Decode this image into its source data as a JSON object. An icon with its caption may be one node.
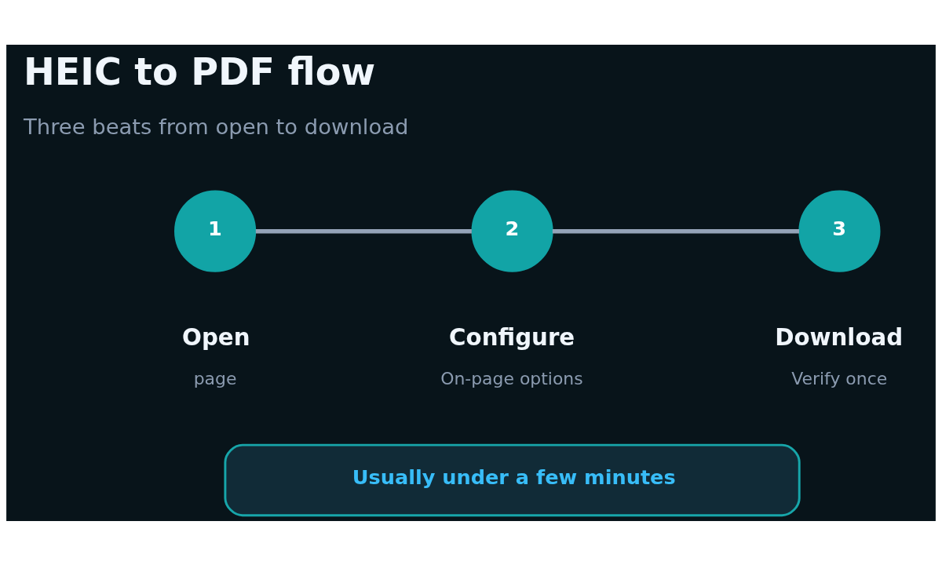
{
  "diagram": {
    "title": "HEIC to PDF flow",
    "nodes": [
      {
        "text": [
          "1"
        ],
        "beside": [
          "Open",
          "page"
        ]
      },
      {
        "text": [
          "2"
        ],
        "beside": [
          "Configure",
          "On-page options"
        ]
      },
      {
        "text": [
          "3"
        ],
        "beside": [
          "Download",
          "Verify once"
        ]
      },
      {
        "text": [
          "Usually under a few minutes"
        ]
      }
    ],
    "edges": [
      {
        "from": 0,
        "to": 1,
        "arrow": "none"
      },
      {
        "from": 1,
        "to": 2,
        "arrow": "none"
      }
    ],
    "labels": [
      "Three beats from open to download"
    ]
  }
}
